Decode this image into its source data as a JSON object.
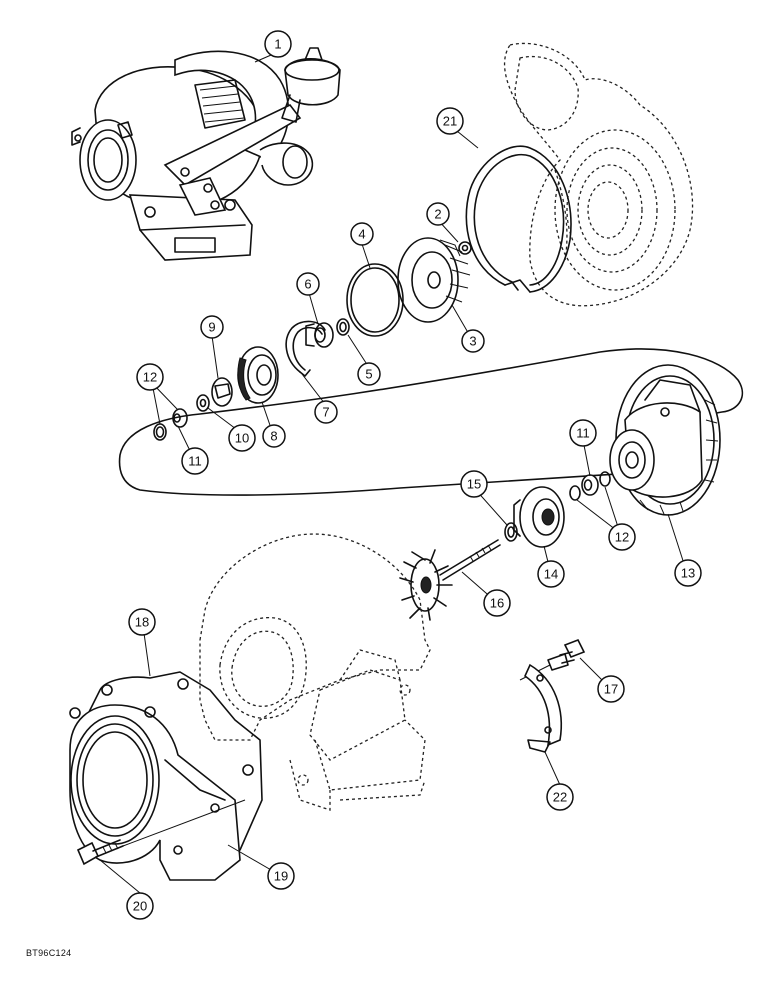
{
  "figure_id": "BT96C124",
  "callouts": [
    {
      "label": "1"
    },
    {
      "label": "2"
    },
    {
      "label": "3"
    },
    {
      "label": "4"
    },
    {
      "label": "5"
    },
    {
      "label": "6"
    },
    {
      "label": "7"
    },
    {
      "label": "8"
    },
    {
      "label": "9"
    },
    {
      "label": "10"
    },
    {
      "label": "11"
    },
    {
      "label": "12"
    },
    {
      "label": "11"
    },
    {
      "label": "12"
    },
    {
      "label": "13"
    },
    {
      "label": "14"
    },
    {
      "label": "15"
    },
    {
      "label": "16"
    },
    {
      "label": "17"
    },
    {
      "label": "18"
    },
    {
      "label": "19"
    },
    {
      "label": "20"
    },
    {
      "label": "21"
    },
    {
      "label": "22"
    }
  ]
}
